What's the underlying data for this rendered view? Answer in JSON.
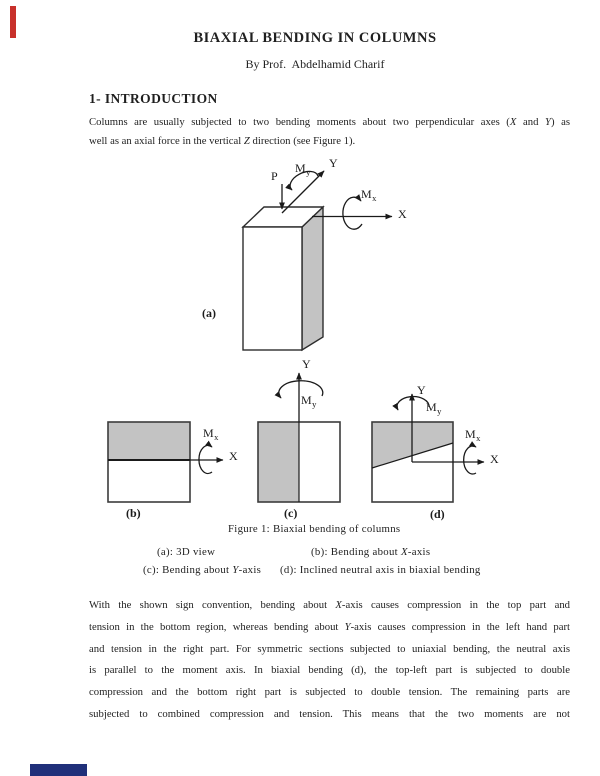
{
  "colors": {
    "diagram_gray": "#c3c3c3",
    "line_color": "#2d2d2d",
    "red_mark": "#c8312b",
    "blue_mark": "#20307a"
  },
  "doc": {
    "title": "BIAXIAL BENDING IN COLUMNS",
    "byline": "By Prof.  Abdelhamid Charif",
    "section_heading": "1- INTRODUCTION",
    "intro_lines": [
      [
        {
          "t": "Columns are usually subjected to two bending moments about two perpendicular axes ("
        },
        {
          "t": "X",
          "i": 1
        },
        {
          "t": " and "
        },
        {
          "t": "Y",
          "i": 1
        },
        {
          "t": ") as"
        }
      ],
      [
        {
          "t": "well as an axial force in the vertical "
        },
        {
          "t": "Z",
          "i": 1
        },
        {
          "t": " direction (see Figure 1)."
        }
      ]
    ],
    "body_lines": [
      [
        {
          "t": "With the shown sign convention, bending about "
        },
        {
          "t": "X",
          "i": 1
        },
        {
          "t": "-axis causes compression in the top part and"
        }
      ],
      [
        {
          "t": "tension in the bottom region, whereas bending about "
        },
        {
          "t": "Y",
          "i": 1
        },
        {
          "t": "-axis causes compression in the left hand part"
        }
      ],
      [
        {
          "t": "and tension in the right part. For symmetric sections subjected to uniaxial bending, the neutral axis"
        }
      ],
      [
        {
          "t": "is parallel to the moment axis. In biaxial bending (d), the top-left part is subjected to double"
        }
      ],
      [
        {
          "t": "compression and the bottom right part is subjected to double tension. The remaining parts are"
        }
      ],
      [
        {
          "t": "subjected to combined compression and tension. This means that the two moments are not"
        }
      ]
    ]
  },
  "figure": {
    "caption": "Figure 1: Biaxial bending of columns",
    "sub_captions": {
      "a": [
        {
          "t": "(a): 3D view"
        }
      ],
      "b": [
        {
          "t": "(b): Bending about "
        },
        {
          "t": "X",
          "i": 1
        },
        {
          "t": "-axis"
        }
      ],
      "c": [
        {
          "t": "(c): Bending about "
        },
        {
          "t": "Y",
          "i": 1
        },
        {
          "t": "-axis"
        }
      ],
      "d": [
        {
          "t": "(d): Inclined neutral axis in biaxial bending"
        }
      ]
    },
    "labels": {
      "P": "P",
      "X": "X",
      "Y": "Y",
      "M": "M",
      "sub_x": "x",
      "sub_y": "y",
      "tag_a": "(a)",
      "tag_b": "(b)",
      "tag_c": "(c)",
      "tag_d": "(d)"
    }
  }
}
